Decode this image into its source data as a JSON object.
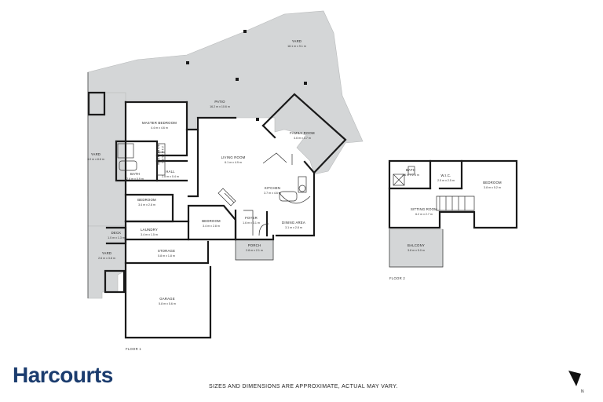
{
  "brand": {
    "name": "Harcourts",
    "color": "#1b3c6e"
  },
  "disclaimer": "SIZES AND DIMENSIONS ARE APPROXIMATE, ACTUAL MAY VARY.",
  "compass": {
    "label": "N"
  },
  "colors": {
    "outdoor": "#d4d6d7",
    "wall": "#1a1a1a"
  },
  "floor1": {
    "label": "FLOOR 1",
    "rooms": {
      "yard_top": {
        "name": "YARD",
        "dims": "18.1 m x 9.1 m"
      },
      "patio": {
        "name": "PATIO",
        "dims": "16.2 m x 10.6 m"
      },
      "master_bedroom": {
        "name": "MASTER BEDROOM",
        "dims": "4.4 m x 4.6 m"
      },
      "family_room": {
        "name": "FAMILY ROOM",
        "dims": "4.6 m x 3.7 m"
      },
      "living_room": {
        "name": "LIVING ROOM",
        "dims": "6.1 m x 4.9 m"
      },
      "yard_left": {
        "name": "YARD",
        "dims": "3.0 m x 8.6 m"
      },
      "wardrobe": {
        "name": "WARDROBE",
        "dims": "2.1 m x 1.3 m"
      },
      "bath": {
        "name": "BATH",
        "dims": "2.8 m x 0.9 m"
      },
      "hall": {
        "name": "HALL",
        "dims": "2.8 m x 0.4 m"
      },
      "kitchen": {
        "name": "KITCHEN",
        "dims": "3.7 m x 4.6 m"
      },
      "bedroom_left": {
        "name": "BEDROOM",
        "dims": "3.4 m x 2.8 m"
      },
      "bedroom_center": {
        "name": "BEDROOM",
        "dims": "3.4 m x 2.8 m"
      },
      "foyer": {
        "name": "FOYER",
        "dims": "1.6 m x 3.1 m"
      },
      "dining_area": {
        "name": "DINING AREA",
        "dims": "3.1 m x 2.8 m"
      },
      "deck": {
        "name": "DECK",
        "dims": "1.0 m x 1.3 m"
      },
      "laundry": {
        "name": "LAUNDRY",
        "dims": "3.4 m x 1.5 m"
      },
      "porch": {
        "name": "PORCH",
        "dims": "2.8 m x 2.1 m"
      },
      "storage": {
        "name": "STORAGE",
        "dims": "5.8 m x 1.8 m"
      },
      "yard_bottom": {
        "name": "YARD",
        "dims": "2.6 m x 3.8 m"
      },
      "garage": {
        "name": "GARAGE",
        "dims": "5.8 m x 5.6 m"
      }
    }
  },
  "floor2": {
    "label": "FLOOR 2",
    "rooms": {
      "bath": {
        "name": "BATH",
        "dims": "2.6 m x 2.4 m"
      },
      "wic": {
        "name": "W.I.C.",
        "dims": "2.5 m x 2.5 m"
      },
      "bedroom": {
        "name": "BEDROOM",
        "dims": "3.8 m x 5.2 m"
      },
      "sitting_room": {
        "name": "SITTING ROOM",
        "dims": "6.2 m x 2.7 m"
      },
      "balcony": {
        "name": "BALCONY",
        "dims": "3.8 m x 5.0 m"
      }
    }
  }
}
